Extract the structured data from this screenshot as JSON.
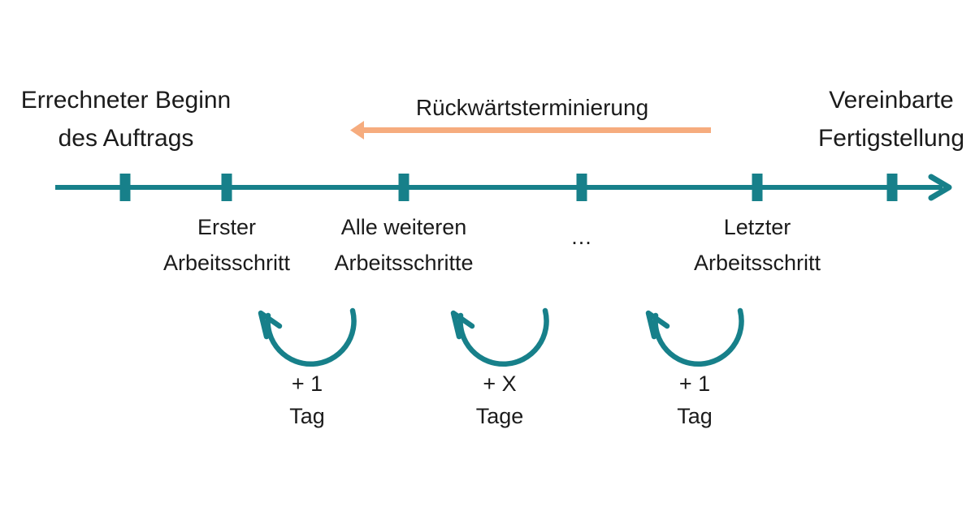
{
  "colors": {
    "teal": "#17808A",
    "orange": "#F6AC7E",
    "text": "#1B1B1B",
    "background": "#FFFFFF"
  },
  "header": {
    "left_label": {
      "line1": "Errechneter Beginn",
      "line2": "des Auftrags"
    },
    "right_label": {
      "line1": "Vereinbarte",
      "line2": "Fertigstellung"
    }
  },
  "backward_scheduling": {
    "label": "Rückwärtsterminierung",
    "arrow_direction": "left"
  },
  "timeline": {
    "arrow_direction": "right",
    "tick_count": 6,
    "step_labels": [
      {
        "line1": "Erster",
        "line2": "Arbeitsschritt"
      },
      {
        "line1": "Alle weiteren",
        "line2": "Arbeitsschritte"
      },
      {
        "line1": "...",
        "line2": ""
      },
      {
        "line1": "Letzter",
        "line2": "Arbeitsschritt"
      }
    ]
  },
  "loop_arrows": [
    {
      "line1": "+ 1",
      "line2": "Tag"
    },
    {
      "line1": "+ X",
      "line2": "Tage"
    },
    {
      "line1": "+ 1",
      "line2": "Tag"
    }
  ]
}
